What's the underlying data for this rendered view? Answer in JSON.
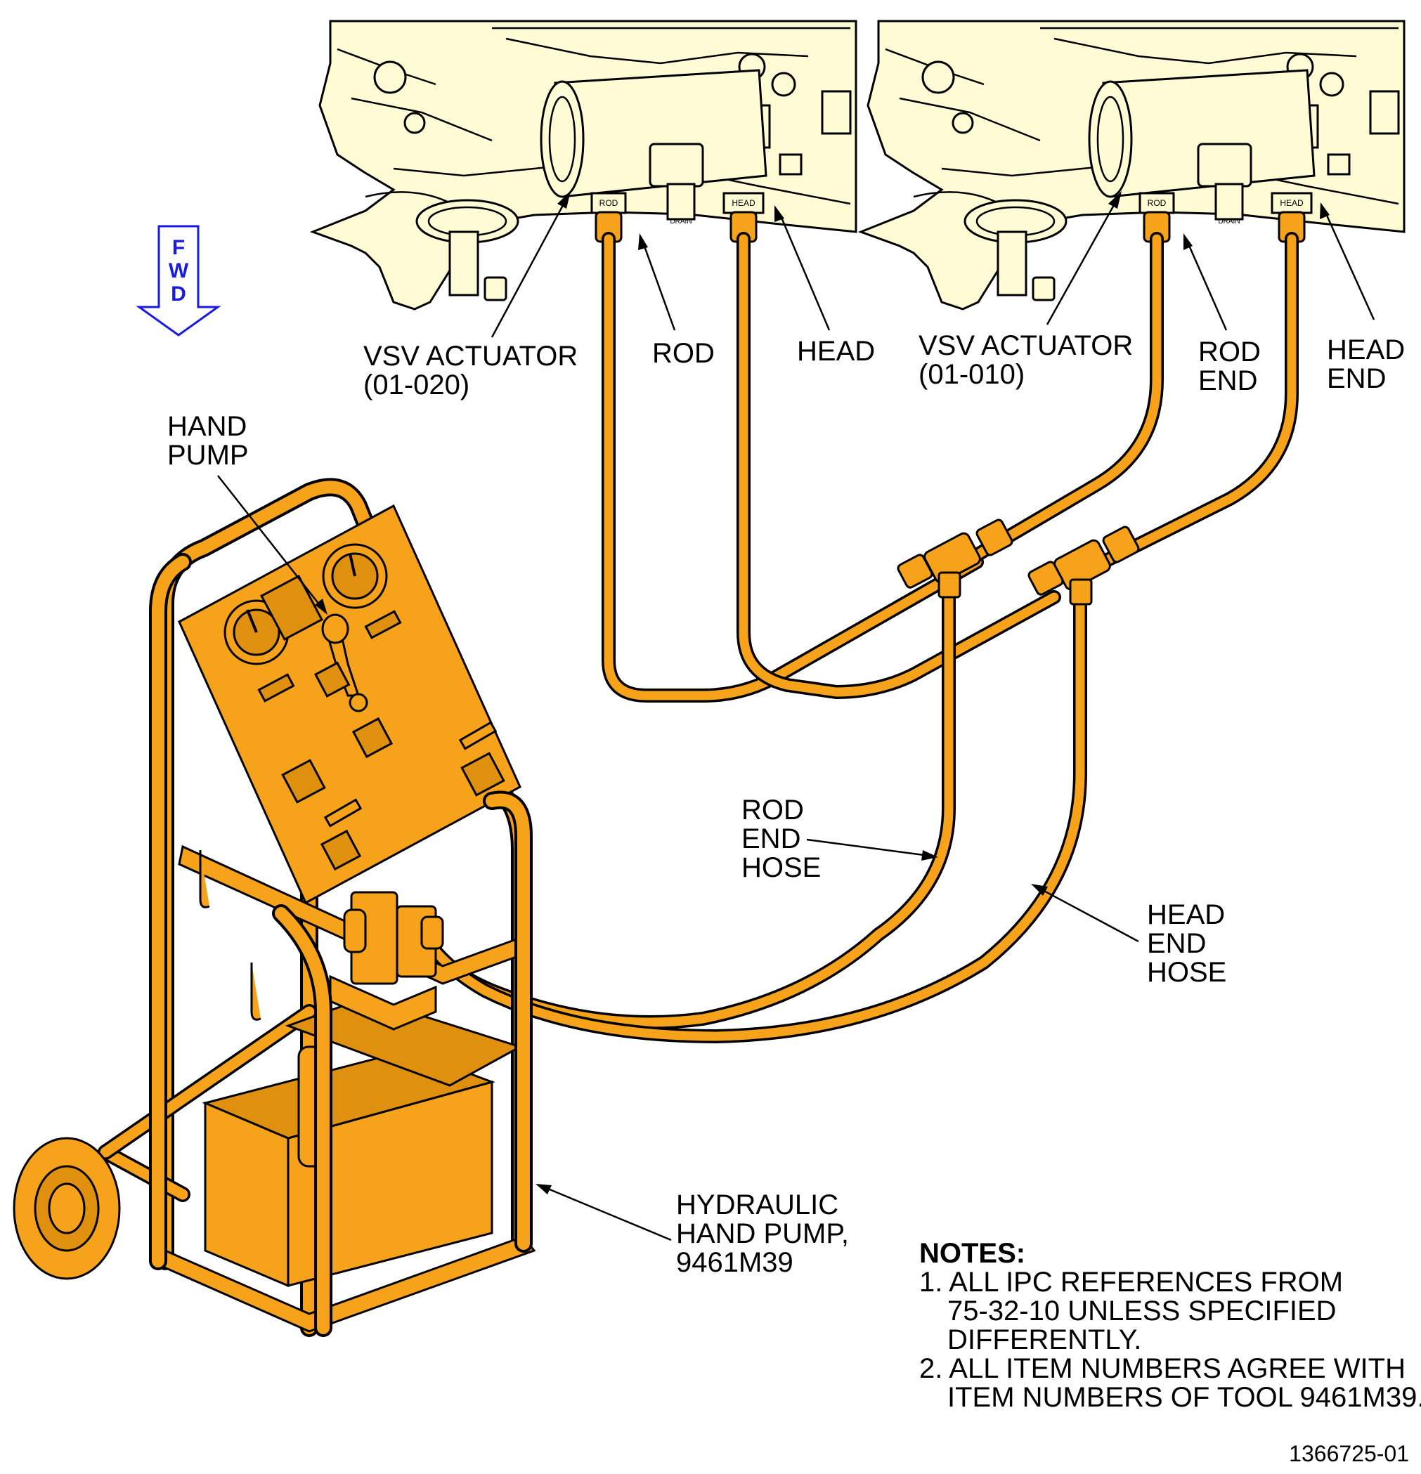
{
  "labels": {
    "fwd": [
      "F",
      "W",
      "D"
    ],
    "vsv_020": [
      "VSV ACTUATOR",
      "(01-020)"
    ],
    "rod_left": "ROD",
    "head_left": "HEAD",
    "vsv_010": [
      "VSV ACTUATOR",
      "(01-010)"
    ],
    "rod_end_right": [
      "ROD",
      "END"
    ],
    "head_end_right": [
      "HEAD",
      "END"
    ],
    "hand_pump": [
      "HAND",
      "PUMP"
    ],
    "rod_end_hose": [
      "ROD",
      "END",
      "HOSE"
    ],
    "head_end_hose": [
      "HEAD",
      "END",
      "HOSE"
    ],
    "hydraulic_pump": [
      "HYDRAULIC",
      "HAND PUMP,",
      "9461M39"
    ],
    "fitting_tags": [
      "ROD",
      "HEAD",
      "DRAIN"
    ]
  },
  "notes": {
    "title": "NOTES:",
    "items": [
      [
        "1. ALL IPC REFERENCES FROM",
        "75-32-10 UNLESS SPECIFIED",
        "DIFFERENTLY."
      ],
      [
        "2. ALL ITEM NUMBERS AGREE WITH",
        "ITEM NUMBERS OF TOOL 9461M39."
      ]
    ]
  },
  "figure_id": "1366725-01",
  "colors": {
    "engine_fill": "#fffbd5",
    "equipment_orange": "#f7a21b",
    "fwd_arrow": "#1a1ae6"
  }
}
